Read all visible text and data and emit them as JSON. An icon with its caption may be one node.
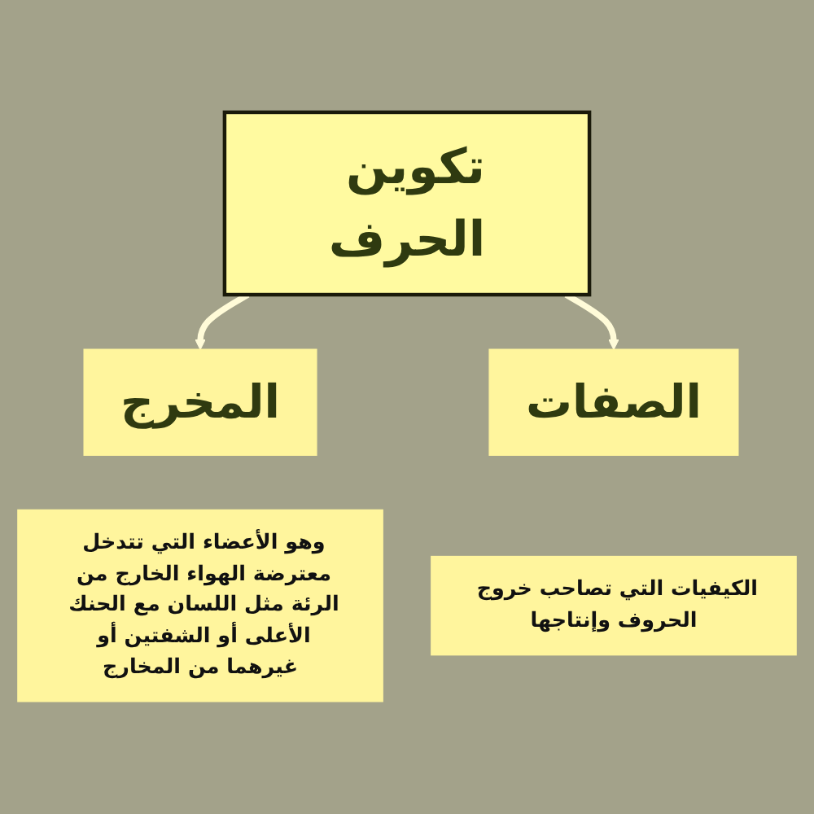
{
  "diagram": {
    "nodes": [
      {
        "text": [
          "تكوين الحرف"
        ]
      },
      {
        "text": [
          "المخرج"
        ]
      },
      {
        "text": [
          "الصفات"
        ]
      },
      {
        "text": [
          "وهو الأعضاء التي تتدخل معترضة الهواء الخارج من الرئة مثل اللسان مع الحنك الأعلى أو الشفتين أو غيرهما من المخارج"
        ]
      },
      {
        "text": [
          "الكيفيات التي تصاحب خروج الحروف وإنتاجها"
        ]
      }
    ],
    "edges": [
      {
        "from": 0,
        "to": 1,
        "arrow": "to"
      },
      {
        "from": 0,
        "to": 2,
        "arrow": "to"
      }
    ]
  }
}
